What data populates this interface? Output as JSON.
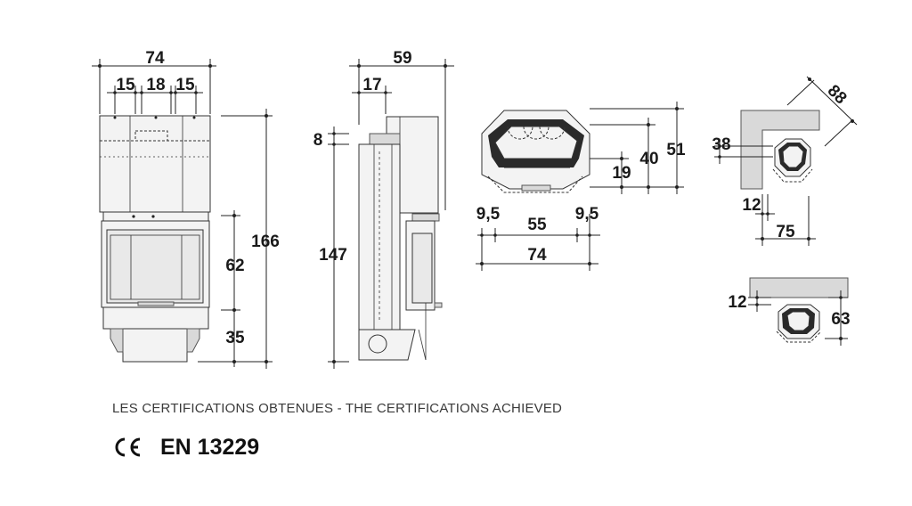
{
  "front_view": {
    "width_total": "74",
    "width_left": "15",
    "width_mid": "18",
    "width_right": "15",
    "height_total": "166",
    "height_door": "62",
    "height_base": "35"
  },
  "side_view": {
    "depth_total": "59",
    "depth_offset": "17",
    "top_offset": "8",
    "height_body": "147"
  },
  "top_view": {
    "height_outer": "51",
    "height_inner": "40",
    "height_front": "19",
    "side_left": "9,5",
    "width_inner": "55",
    "side_right": "9,5",
    "width_total": "74"
  },
  "corner_view": {
    "diagonal": "88",
    "wall_depth": "38",
    "offset": "12",
    "width": "75"
  },
  "wall_view": {
    "offset": "12",
    "depth": "63"
  },
  "certification": {
    "caption": "LES CERTIFICATIONS OBTENUES - THE CERTIFICATIONS ACHIEVED",
    "ce_mark": "CE",
    "standard": "EN 13229"
  }
}
